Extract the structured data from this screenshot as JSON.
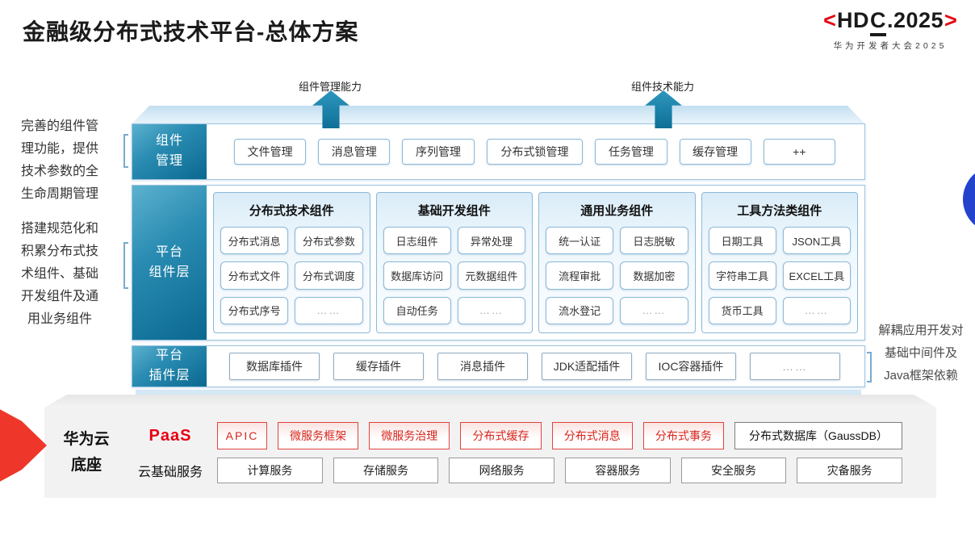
{
  "title": "金融级分布式技术平台-总体方案",
  "logo": {
    "bracket_left": "<",
    "hd": "HD",
    "c": "C",
    "rest": ".2025",
    "bracket_right": ">",
    "subtitle": "华为开发者大会2025"
  },
  "arrows": {
    "left": "组件管理能力",
    "right": "组件技术能力"
  },
  "notes": {
    "left_top": "完善的组件管理功能，提供技术参数的全生命周期管理",
    "left_bottom": "搭建规范化和积累分布式技术组件、基础开发组件及通用业务组件",
    "right": "解耦应用开发对基础中间件及Java框架依赖"
  },
  "component_management": {
    "label_lines": [
      "组件",
      "管理"
    ],
    "items": [
      "文件管理",
      "消息管理",
      "序列管理",
      "分布式锁管理",
      "任务管理",
      "缓存管理",
      "++"
    ]
  },
  "platform_components": {
    "label_lines": [
      "平台",
      "组件层"
    ],
    "groups": [
      {
        "title": "分布式技术组件",
        "items": [
          "分布式消息",
          "分布式参数",
          "分布式文件",
          "分布式调度",
          "分布式序号",
          "……"
        ]
      },
      {
        "title": "基础开发组件",
        "items": [
          "日志组件",
          "异常处理",
          "数据库访问",
          "元数据组件",
          "自动任务",
          "……"
        ]
      },
      {
        "title": "通用业务组件",
        "items": [
          "统一认证",
          "日志脱敏",
          "流程审批",
          "数据加密",
          "流水登记",
          "……"
        ]
      },
      {
        "title": "工具方法类组件",
        "items": [
          "日期工具",
          "JSON工具",
          "字符串工具",
          "EXCEL工具",
          "货币工具",
          "……"
        ]
      }
    ]
  },
  "platform_plugins": {
    "label_lines": [
      "平台",
      "插件层"
    ],
    "items": [
      "数据库插件",
      "缓存插件",
      "消息插件",
      "JDK适配插件",
      "IOC容器插件",
      "……"
    ]
  },
  "cloud_base": {
    "label": "华为云底座",
    "paas_label": "PaaS",
    "paas_items": [
      "APIC",
      "微服务框架",
      "微服务治理",
      "分布式缓存",
      "分布式消息",
      "分布式事务"
    ],
    "paas_db": "分布式数据库（GaussDB）",
    "iaas_label": "云基础服务",
    "iaas_items": [
      "计算服务",
      "存储服务",
      "网络服务",
      "容器服务",
      "安全服务",
      "灾备服务"
    ]
  },
  "colors": {
    "teal_label": "#0b6890",
    "arrow_teal": "#0e6f97",
    "box_border_blue": "#8cb9d9",
    "paas_red": "#e60012",
    "huawei_wedge_red": "#ee372a",
    "panel_gray": "#f2f2f3",
    "blue_dot": "#2343cd"
  }
}
